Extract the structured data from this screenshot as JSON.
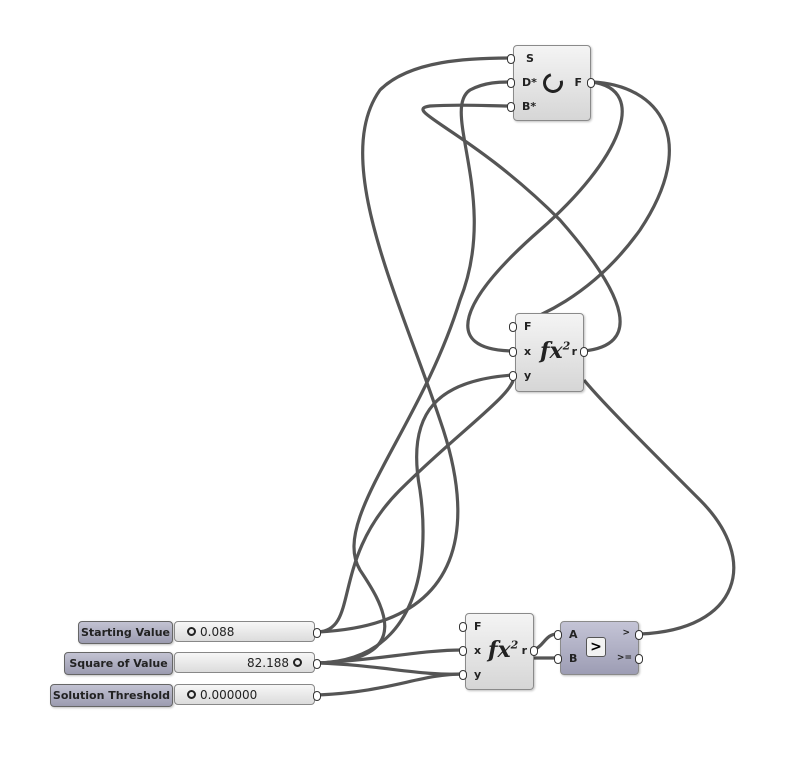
{
  "loop_component": {
    "inputs": [
      "S",
      "D*",
      "B*"
    ],
    "output": "F",
    "icon": "loop-arrow-icon"
  },
  "expression_top": {
    "inputs": [
      "F",
      "x",
      "y"
    ],
    "output": "r",
    "icon_text": "fx",
    "icon_sup": "2"
  },
  "expression_bottom": {
    "inputs": [
      "F",
      "x",
      "y"
    ],
    "output": "r",
    "icon_text": "fx",
    "icon_sup": "2"
  },
  "compare": {
    "inputs": [
      "A",
      "B"
    ],
    "outputs": [
      ">",
      ">="
    ],
    "icon_text": ">"
  },
  "sliders": [
    {
      "label": "Starting Value",
      "value": "0.088"
    },
    {
      "label": "Square of Value",
      "value": "82.188"
    },
    {
      "label": "Solution Threshold",
      "value": "0.000000"
    }
  ]
}
